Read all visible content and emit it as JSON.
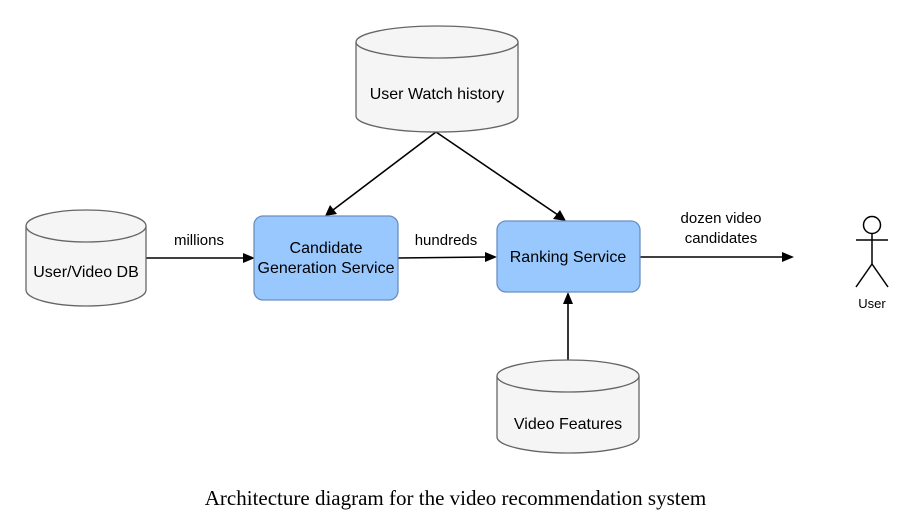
{
  "diagram": {
    "nodes": {
      "watch_history": {
        "label": "User Watch history",
        "shape": "database"
      },
      "user_video_db": {
        "label": "User/Video DB",
        "shape": "database"
      },
      "candidate_gen": {
        "lines": [
          "Candidate",
          "Generation Service"
        ],
        "shape": "service"
      },
      "ranking": {
        "label": "Ranking Service",
        "shape": "service"
      },
      "video_features": {
        "label": "Video Features",
        "shape": "database"
      },
      "user": {
        "label": "User",
        "shape": "actor"
      }
    },
    "edges": {
      "db_to_candidate": {
        "label": "millions"
      },
      "candidate_to_ranking": {
        "label": "hundreds"
      },
      "ranking_to_user": {
        "lines": [
          "dozen video",
          "candidates"
        ]
      },
      "history_to_candidate": {
        "label": ""
      },
      "history_to_ranking": {
        "label": ""
      },
      "features_to_ranking": {
        "label": ""
      }
    },
    "colors": {
      "service_fill": "#99c8ff",
      "service_stroke": "#6c8ebf",
      "database_fill": "#f5f5f5",
      "database_stroke": "#666666",
      "edge": "#000000"
    }
  },
  "caption": "Architecture diagram for the video recommendation system"
}
